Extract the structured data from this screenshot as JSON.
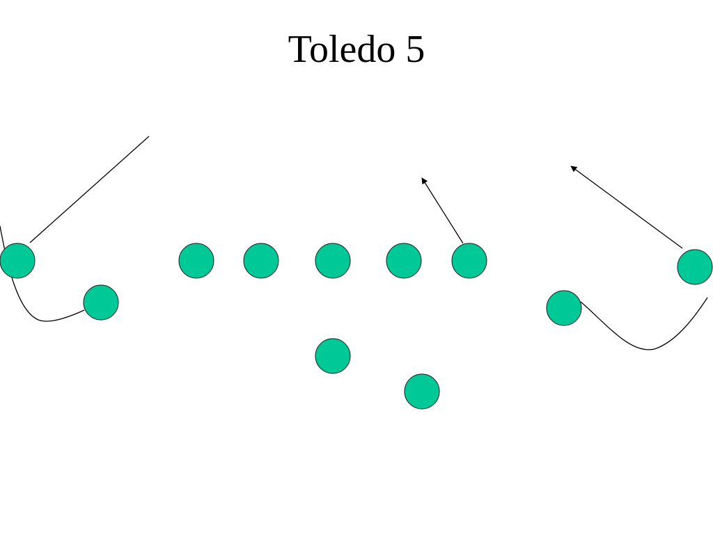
{
  "slide": {
    "title": "Toledo 5"
  },
  "colors": {
    "player_fill": "#00C896",
    "player_stroke": "#1a1a1a",
    "route_stroke": "#000000"
  },
  "players": [
    {
      "id": "left-receiver"
    },
    {
      "id": "left-slot"
    },
    {
      "id": "left-tackle"
    },
    {
      "id": "left-guard"
    },
    {
      "id": "center"
    },
    {
      "id": "right-guard"
    },
    {
      "id": "right-tackle"
    },
    {
      "id": "quarterback"
    },
    {
      "id": "running-back"
    },
    {
      "id": "right-slot"
    },
    {
      "id": "right-receiver"
    }
  ],
  "routes": [
    {
      "id": "left-receiver-route",
      "arrow": false
    },
    {
      "id": "left-slot-route",
      "arrow": false
    },
    {
      "id": "right-tackle-route",
      "arrow": true
    },
    {
      "id": "right-receiver-route",
      "arrow": true
    },
    {
      "id": "right-slot-route",
      "arrow": false
    }
  ]
}
